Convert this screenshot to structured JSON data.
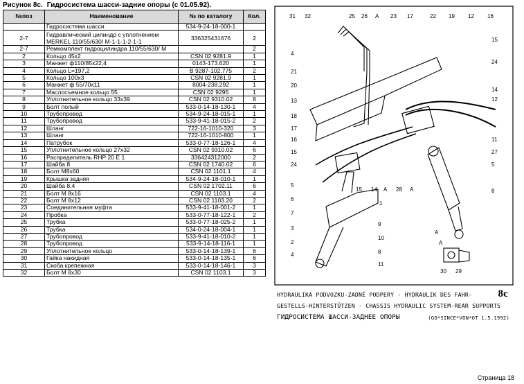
{
  "header": {
    "figure": "Рисунок 8с.",
    "caption": "Гидросистема шасси-задние опоры (с 01.05.92)."
  },
  "table": {
    "columns": [
      "№поз",
      "Наименование",
      "№ по каталогу",
      "Кол."
    ],
    "rows": [
      {
        "pos": "",
        "name": "Гидросистема шасси",
        "cat": "534-9-24-18-000-1",
        "qty": ""
      },
      {
        "pos": "2-7",
        "name": "Гидравлический цилиндр с уплотнением MERKEL 110/55/630/ M-1-1-1-2-1-1",
        "cat": "336325431676",
        "qty": "2"
      },
      {
        "pos": "2-7",
        "name": "Ремкомплект гидроцилиндра 110/55/630/ M",
        "cat": "",
        "qty": "2"
      },
      {
        "pos": "2",
        "name": "Кольцо 45x2",
        "cat": "CSN 02 9281.9",
        "qty": "1"
      },
      {
        "pos": "3",
        "name": "Манжет ф110/85x22,4",
        "cat": "0143-173.620",
        "qty": "1"
      },
      {
        "pos": "4",
        "name": "Кольцо L=197,2",
        "cat": "B 9287-102.775",
        "qty": "2"
      },
      {
        "pos": "5",
        "name": "Кольцо 100x3",
        "cat": "CSN 02 9281.9",
        "qty": "1"
      },
      {
        "pos": "6",
        "name": "Манжет ф 55/70x11",
        "cat": "8004-238.292",
        "qty": "1"
      },
      {
        "pos": "7",
        "name": "Маслосъемное кольцо 55",
        "cat": "CSN 02 9295",
        "qty": "1"
      },
      {
        "pos": "8",
        "name": "Уплотнительное кольцо 33x39",
        "cat": "CSN 02 9310.02",
        "qty": "8"
      },
      {
        "pos": "9",
        "name": "Болт полый",
        "cat": "533-0-14-18-130-1",
        "qty": "4"
      },
      {
        "pos": "10",
        "name": "Трубопровод",
        "cat": "534-9-24-18-015-1",
        "qty": "1"
      },
      {
        "pos": "11",
        "name": "Трубопровод",
        "cat": "533-9-41-18-015-2",
        "qty": "2"
      },
      {
        "pos": "12",
        "name": "Шланг",
        "cat": "722-16-1010-320",
        "qty": "3"
      },
      {
        "pos": "13",
        "name": "Шланг",
        "cat": "722-16-1010-800",
        "qty": "1"
      },
      {
        "pos": "14",
        "name": "Патрубок",
        "cat": "533-0-77-18-126-1",
        "qty": "4"
      },
      {
        "pos": "15",
        "name": "Уплотнительное кольцо 27x32",
        "cat": "CSN 02 9310.02",
        "qty": "6"
      },
      {
        "pos": "16",
        "name": "Распределитель RHP 20 E 1",
        "cat": "336424312000",
        "qty": "2"
      },
      {
        "pos": "17",
        "name": "Шайба 8",
        "cat": "CSN 02 1740.02",
        "qty": "6"
      },
      {
        "pos": "18",
        "name": "Болт М8x60",
        "cat": "CSN 02 1101.1",
        "qty": "4"
      },
      {
        "pos": "19",
        "name": "Крышка задняя",
        "cat": "534-9-24-18-010-1",
        "qty": "1"
      },
      {
        "pos": "20",
        "name": "Шайба 8,4",
        "cat": "CSN 02 1702.11",
        "qty": "6"
      },
      {
        "pos": "21",
        "name": "Болт М 8x16",
        "cat": "CSN 02 1103.1",
        "qty": "4"
      },
      {
        "pos": "22",
        "name": "Болт М 8x12",
        "cat": "CSN 02 1103.20",
        "qty": "2"
      },
      {
        "pos": "23",
        "name": "Соединительная муфта",
        "cat": "533-9-41-18-001-2",
        "qty": "1"
      },
      {
        "pos": "24",
        "name": "Пробка",
        "cat": "533-0-77-18-122-1",
        "qty": "2"
      },
      {
        "pos": "25",
        "name": "Трубка",
        "cat": "533-0-77-18-025-2",
        "qty": "1"
      },
      {
        "pos": "26",
        "name": "Трубка",
        "cat": "534-0-24-18-004-1",
        "qty": "1"
      },
      {
        "pos": "27",
        "name": "Трубопровод",
        "cat": "533-9-41-18-010-2",
        "qty": "1"
      },
      {
        "pos": "28",
        "name": "Трубопровод",
        "cat": "533-9-14-18-116-1",
        "qty": "1"
      },
      {
        "pos": "29",
        "name": "Уплотнительное кольцо",
        "cat": "533-0-14-18-139-1",
        "qty": "6"
      },
      {
        "pos": "30",
        "name": "Гайка накидная",
        "cat": "533-0-14-18-135-1",
        "qty": "6"
      },
      {
        "pos": "31",
        "name": "Скоба крепежная",
        "cat": "533-0-14-18-146-1",
        "qty": "3"
      },
      {
        "pos": "32",
        "name": "Болт М 8x30",
        "cat": "CSN 02 1103.1",
        "qty": "3"
      }
    ]
  },
  "diagram": {
    "callouts_top": [
      "31",
      "32",
      "25",
      "26",
      "A",
      "23",
      "17",
      "22",
      "19",
      "12",
      "16"
    ],
    "callouts_left": [
      "4",
      "21",
      "20",
      "13",
      "18",
      "17",
      "16",
      "15",
      "24",
      "5",
      "6",
      "7",
      "3",
      "2",
      "4"
    ],
    "callouts_right": [
      "15",
      "24",
      "14",
      "12",
      "11",
      "27",
      "5",
      "8"
    ],
    "callouts_mid": [
      "15",
      "14",
      "A",
      "28",
      "A",
      "1",
      "9",
      "10",
      "8",
      "11",
      "A"
    ],
    "detail": {
      "label": "A",
      "parts": [
        "30",
        "29"
      ]
    }
  },
  "stamp": {
    "line1": "HYDRAULIKA PODVOZKU-ZADNÉ PODPERY - HYDRAULIK DES FAHR-",
    "code": "8c",
    "line2": "GESTELLS-HINTERSTÜTZEN - CHASSIS HYDRAULIC SYSTEM-REAR SUPPORTS",
    "line3": "ГИДРОСИСТЕМА ШАССИ-ЗАДНЕЕ ОПОРЫ",
    "since": "(GO*SINCE*VON*OT 1.5.1992)"
  },
  "footer": {
    "page": "Страница 18"
  }
}
